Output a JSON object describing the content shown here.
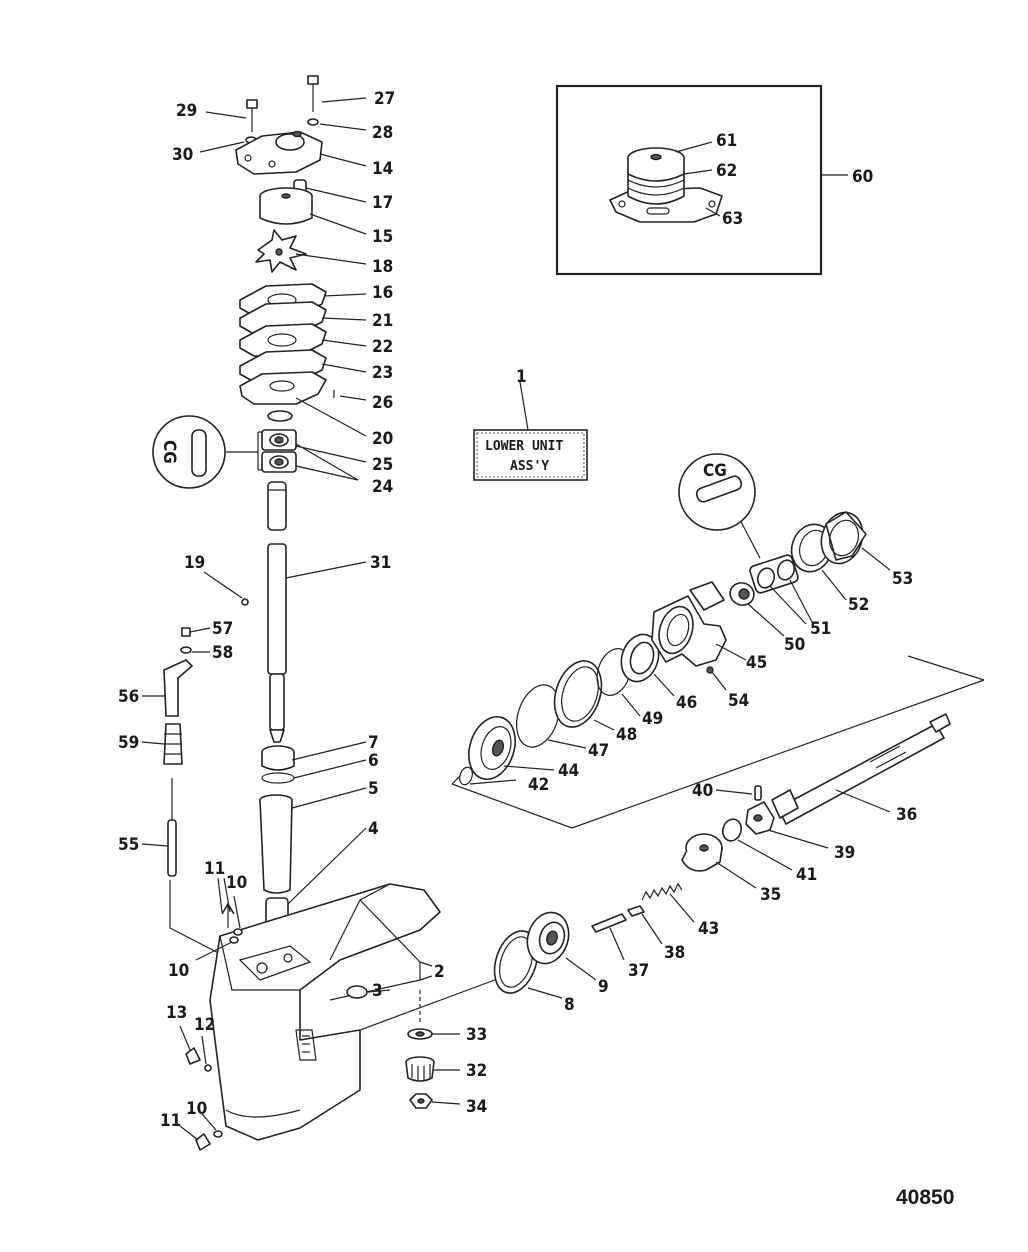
{
  "figure_number": "40850",
  "assembly_label": {
    "line1": "LOWER UNIT",
    "line2": "ASS'Y"
  },
  "callouts": {
    "c1": "1",
    "c2": "2",
    "c3": "3",
    "c4": "4",
    "c5": "5",
    "c6": "6",
    "c7": "7",
    "c8": "8",
    "c9": "9",
    "c10a": "10",
    "c10b": "10",
    "c10c": "10",
    "c11a": "11",
    "c11b": "11",
    "c12": "12",
    "c13": "13",
    "c14": "14",
    "c15": "15",
    "c16": "16",
    "c17": "17",
    "c18": "18",
    "c19": "19",
    "c20": "20",
    "c21": "21",
    "c22": "22",
    "c23": "23",
    "c24": "24",
    "c25": "25",
    "c26": "26",
    "c27": "27",
    "c28": "28",
    "c29": "29",
    "c30": "30",
    "c31": "31",
    "c32": "32",
    "c33": "33",
    "c34": "34",
    "c35": "35",
    "c36": "36",
    "c37": "37",
    "c38": "38",
    "c39": "39",
    "c40": "40",
    "c41": "41",
    "c42": "42",
    "c43": "43",
    "c44": "44",
    "c45": "45",
    "c46": "46",
    "c47": "47",
    "c48": "48",
    "c49": "49",
    "c50": "50",
    "c51": "51",
    "c52": "52",
    "c53": "53",
    "c54": "54",
    "c55": "55",
    "c56": "56",
    "c57": "57",
    "c58": "58",
    "c59": "59",
    "c60": "60",
    "c61": "61",
    "c62": "62",
    "c63": "63"
  },
  "lubricant_symbols": {
    "upper": "CG",
    "lower": "CG"
  }
}
